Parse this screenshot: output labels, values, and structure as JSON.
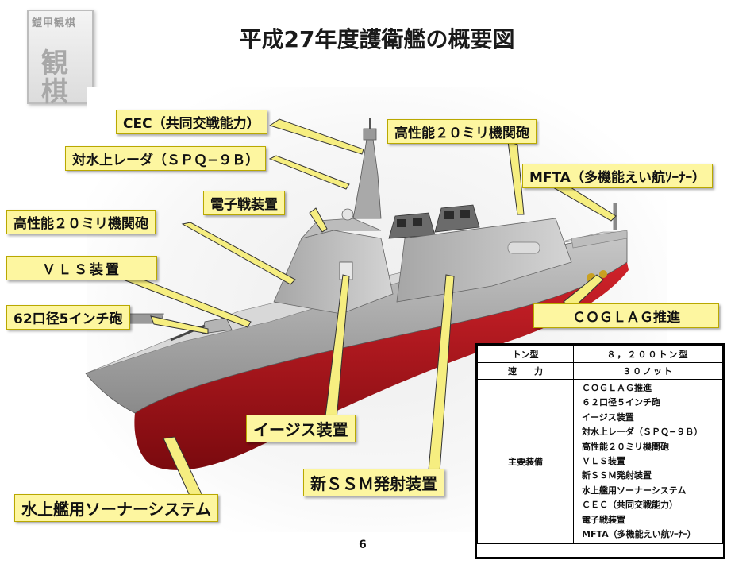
{
  "logo": {
    "top_text": "鎧甲観棋",
    "big_chars": [
      "観",
      "棋"
    ]
  },
  "title": "平成27年度護衛艦の概要図",
  "callouts": {
    "cec": "CEC（共同交戦能力）",
    "spq9b": "対水上レーダ（ＳＰＱ−９Ｂ）",
    "ew": "電子戦装置",
    "ciws_fwd": "高性能２０ミリ機関砲",
    "vls": "ＶＬＳ装置",
    "gun": "62口径5インチ砲",
    "ciws_aft": "高性能２０ミリ機関砲",
    "mfta": "MFTA（多機能えい航ｿｰﾅｰ）",
    "coglag": "ＣＯＧＬＡＧ推進",
    "aegis": "イージス装置",
    "ssm": "新ＳＳＭ発射装置",
    "sonar": "水上艦用ソーナーシステム"
  },
  "spec": {
    "rows": [
      {
        "key": "トン型",
        "value": "８，２００トン型"
      },
      {
        "key": "速　　力",
        "value": "３０ノット"
      }
    ],
    "equipment_key": "主要装備",
    "equipment": [
      "ＣＯＧＬＡＧ推進",
      "６２口径５インチ砲",
      "イージス装置",
      "対水上レーダ（ＳＰＱ−９Ｂ）",
      "高性能２０ミリ機関砲",
      "ＶＬＳ装置",
      "新ＳＳＭ発射装置",
      "水上艦用ソーナーシステム",
      "ＣＥＣ（共同交戦能力）",
      "電子戦装置",
      "MFTA（多機能えい航ｿｰﾅｰ）"
    ]
  },
  "page_number": "6",
  "colors": {
    "callout_bg": "#fdf6a0",
    "hull_red": "#c0121a",
    "hull_grey": "#9c9c9c"
  }
}
